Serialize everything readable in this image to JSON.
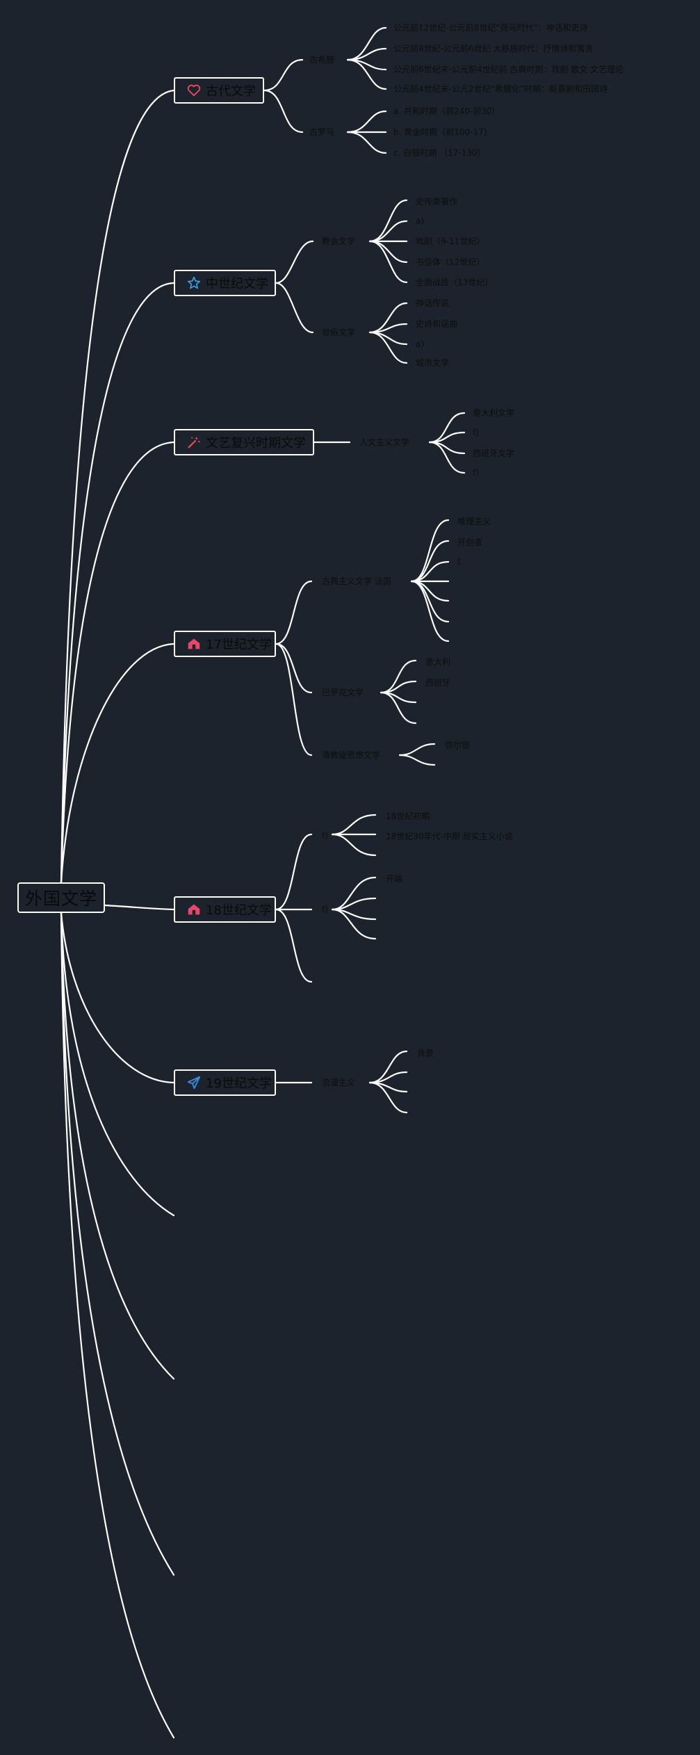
{
  "root": {
    "label": "外国文学"
  },
  "ancient": {
    "label": "古代文学",
    "greece": {
      "label": "古希腊",
      "items": [
        "公元前12世纪-公元前8世纪“荷马时代”：神话和史诗",
        "公元前8世纪-公元前6世纪 大移居时代：抒情诗和寓言",
        "公元前6世纪末-公元前4世纪前 古典时期：戏剧 散文 文艺理论",
        "公元前4世纪末-公元2世纪“希腊化”时期：新喜剧和田园诗"
      ]
    },
    "rome": {
      "label": "古罗马",
      "items": [
        "a. 共和时期（前240-前30）",
        "b. 黄金时期（前100-17）",
        "c. 白银时期 （17-130）"
      ]
    }
  },
  "medieval": {
    "label": "中世纪文学",
    "church": {
      "label": "教会文学",
      "items": [
        "史传类著作",
        "a)",
        "戏剧（9-11世纪）",
        "书信体（12世纪）",
        "全面战胜（13世纪）"
      ]
    },
    "secular": {
      "label": "世俗文学",
      "items": [
        "神话传说",
        "史诗和谣曲",
        "a)",
        "城市文学"
      ]
    }
  },
  "renaissance": {
    "label": "文艺复兴时期文学",
    "humanism": {
      "label": "人文主义文学",
      "items": [
        "意大利文学",
        "f)",
        "西班牙文学",
        "f)"
      ]
    }
  },
  "c17": {
    "label": "17世纪文学",
    "classicism": {
      "label": "古典主义文学 法国",
      "items": [
        "唯理主义",
        "开创者",
        "f."
      ]
    },
    "baroque": {
      "label": "巴罗克文学",
      "items": [
        "意大利",
        "西班牙"
      ]
    },
    "puritan": {
      "label": "清教徒思想文学",
      "items": [
        "弥尔顿"
      ]
    }
  },
  "c18": {
    "label": "18世纪文学",
    "b1": {
      "label": "f)",
      "items": [
        "18世纪初期",
        "18世纪30年代-中期 现实主义小说"
      ]
    },
    "b2": {
      "label": "f)",
      "items": [
        "开端"
      ]
    }
  },
  "c19": {
    "label": "19世纪文学",
    "romanticism": {
      "label": "浪漫主义",
      "items": [
        "背景"
      ]
    }
  },
  "colors": {
    "background": "#1c232c",
    "lines": "#ffffff",
    "heart": "#e84a5f",
    "star": "#3aa0e8",
    "house": "#e8476c",
    "plane": "#3a8ee8"
  },
  "icons": [
    "heart-icon",
    "star-icon",
    "magic-wand-icon",
    "house-icon",
    "house-icon",
    "paper-plane-icon"
  ]
}
